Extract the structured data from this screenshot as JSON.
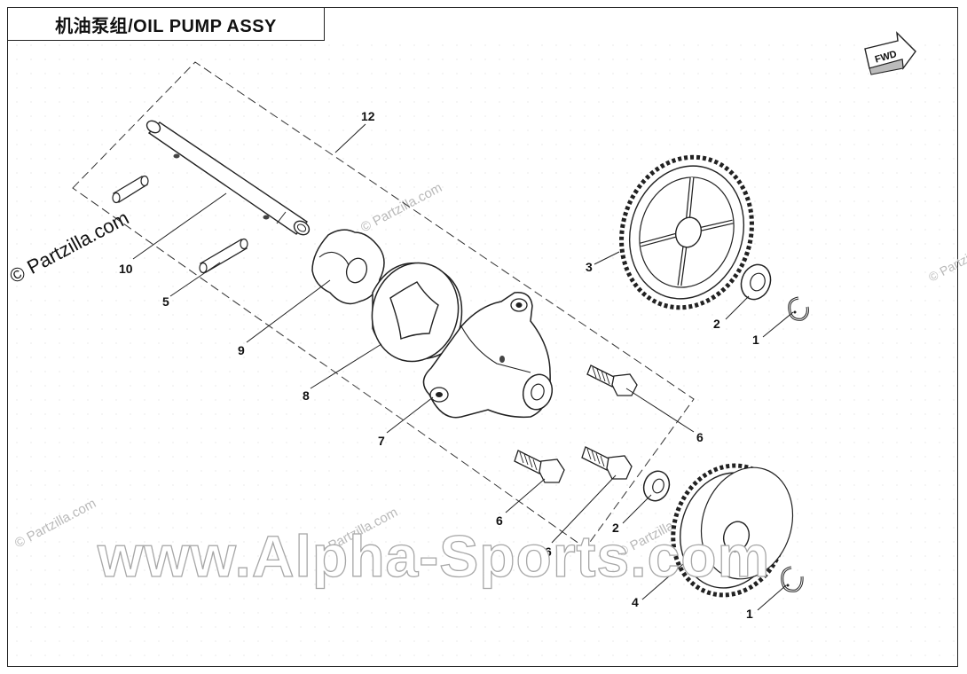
{
  "title": "机油泵组/OIL PUMP ASSY",
  "fwd_label": "FWD",
  "watermark_side": "© Partzilla.com",
  "watermark_faint": "© Partzilla.com",
  "watermark_main": "www.Alpha-Sports.com",
  "callouts": {
    "c12": "12",
    "c10": "10",
    "c5": "5",
    "c9": "9",
    "c8": "8",
    "c7": "7",
    "c6a": "6",
    "c6b": "6",
    "c6c": "6",
    "c3": "3",
    "c2a": "2",
    "c1a": "1",
    "c2b": "2",
    "c4": "4",
    "c1b": "1"
  }
}
